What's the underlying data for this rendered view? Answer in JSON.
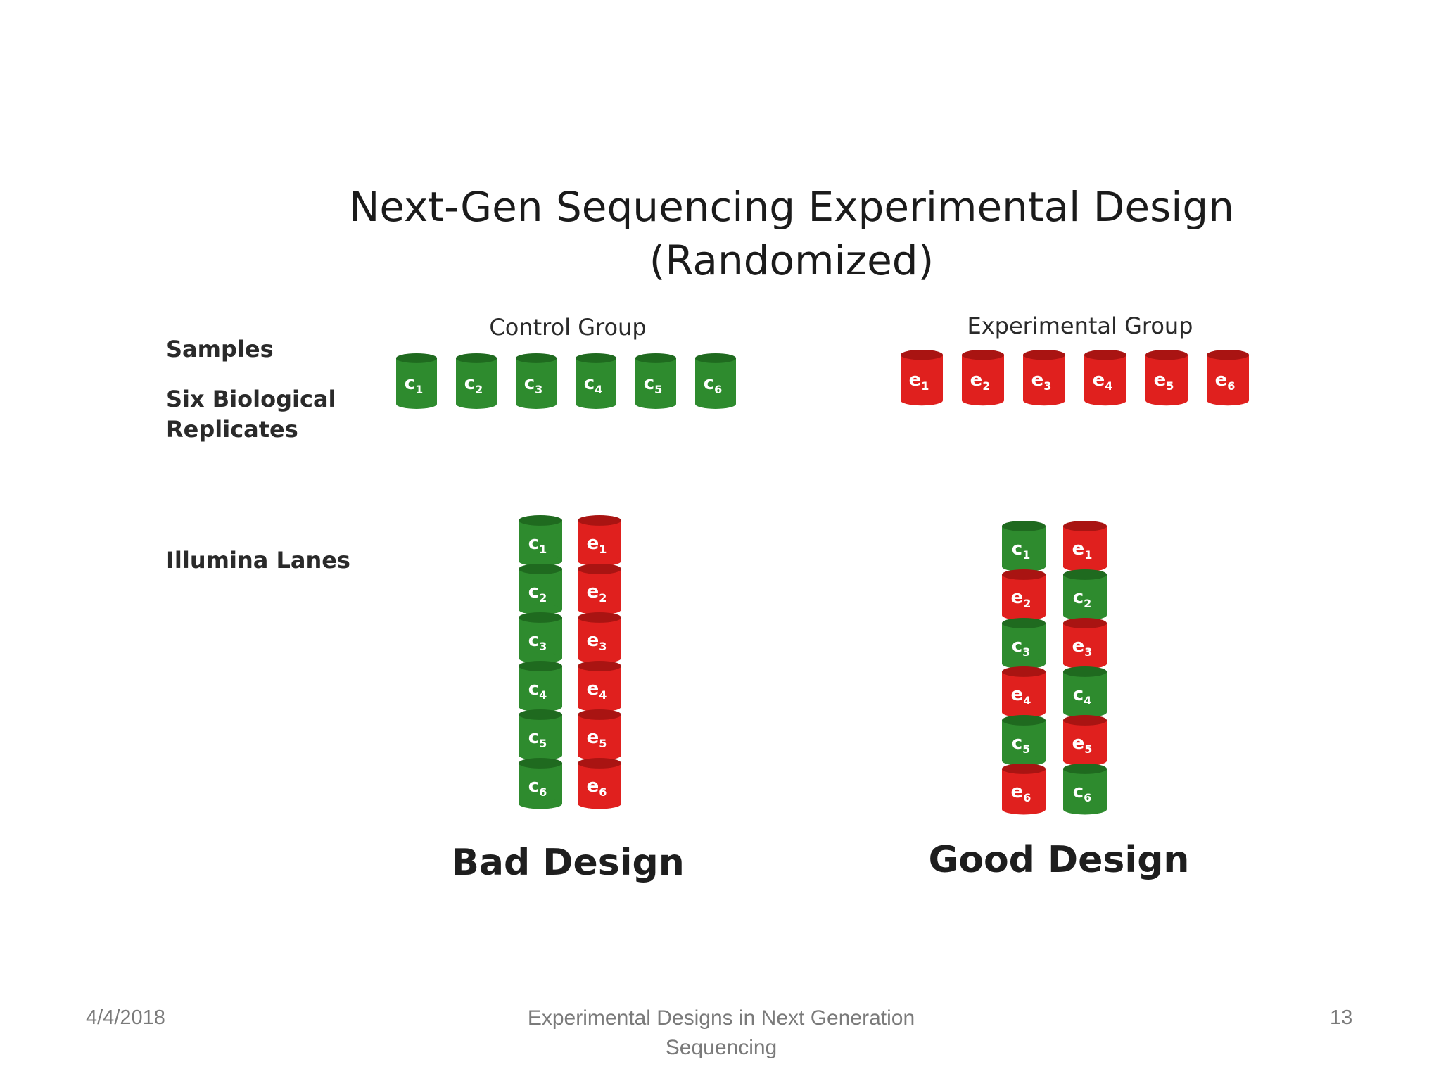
{
  "slide": {
    "title": "Next-Gen Sequencing Experimental Design (Randomized)",
    "row_labels": {
      "samples": "Samples",
      "replicates_line1": "Six Biological",
      "replicates_line2": "Replicates",
      "lanes": "Illumina Lanes"
    },
    "groups": {
      "control": "Control Group",
      "experimental": "Experimental Group"
    },
    "designs": {
      "bad": "Bad Design",
      "good": "Good Design"
    },
    "footer": {
      "date": "4/4/2018",
      "title": "Experimental Designs in Next Generation Sequencing",
      "page": "13"
    }
  },
  "colors": {
    "control": "#2e8b2e",
    "experimental": "#e0201e"
  },
  "samples": {
    "control": [
      "c1",
      "c2",
      "c3",
      "c4",
      "c5",
      "c6"
    ],
    "experimental": [
      "e1",
      "e2",
      "e3",
      "e4",
      "e5",
      "e6"
    ]
  },
  "lanes": {
    "bad": [
      [
        "c1",
        "c2",
        "c3",
        "c4",
        "c5",
        "c6"
      ],
      [
        "e1",
        "e2",
        "e3",
        "e4",
        "e5",
        "e6"
      ]
    ],
    "good": [
      [
        "c1",
        "e2",
        "c3",
        "e4",
        "c5",
        "e6"
      ],
      [
        "e1",
        "c2",
        "e3",
        "c4",
        "e5",
        "c6"
      ]
    ]
  }
}
